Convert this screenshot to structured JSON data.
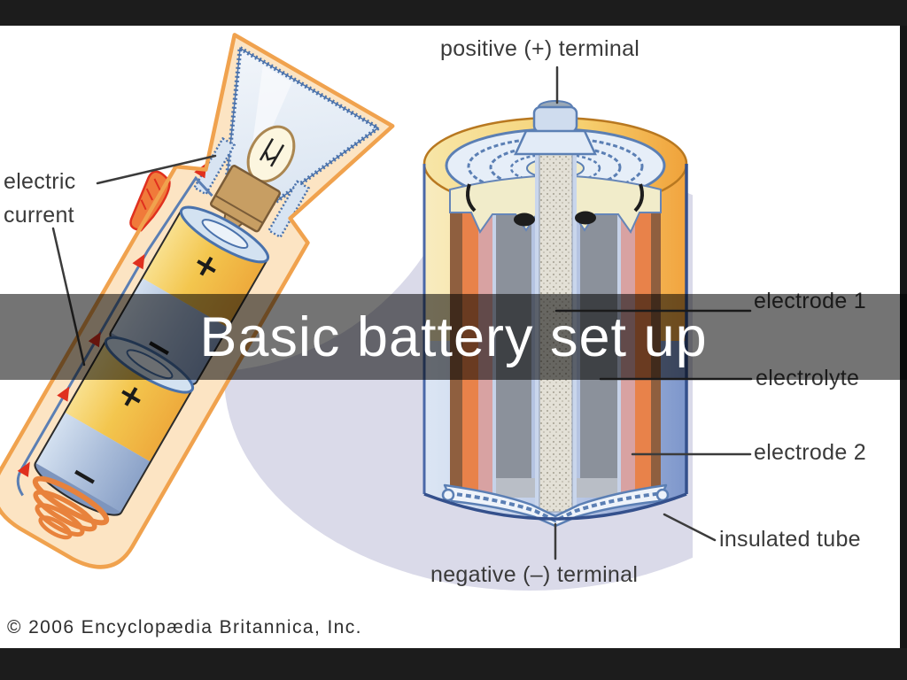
{
  "title_band": {
    "title": "Basic battery set up",
    "overlay_color": "rgba(0,0,0,0.545)",
    "text_color": "#ffffff"
  },
  "credit": {
    "text": "© 2006 Encyclopædia Britannica, Inc."
  },
  "diagram": {
    "labels": {
      "positive_terminal": "positive (+) terminal",
      "negative_terminal": "negative (–) terminal",
      "electrode_1": "electrode 1",
      "electrolyte": "electrolyte",
      "electrode_2": "electrode 2",
      "insulated_tube": "insulated tube",
      "electric_current_line1": "electric",
      "electric_current_line2": "current"
    },
    "marks": {
      "plus": "+",
      "minus": "−"
    },
    "colors": {
      "casing_peach": "#fce3c1",
      "casing_orange_outline": "#f0a24e",
      "battery_yellow": "#f3c64e",
      "battery_blue_gray": "#a9bcd9",
      "shell_orange": "#f2a43e",
      "insulated_tube_blue": "#7d96cb",
      "electrolyte_gray": "#8b919b",
      "electrode2_orange": "#e8824a",
      "seal_cream": "#f1ecca",
      "current_red": "#e0301e",
      "diagram_line": "#3b3b3b",
      "glow_lavender": "#dadae9",
      "letterbox_black": "#1c1c1c"
    }
  }
}
